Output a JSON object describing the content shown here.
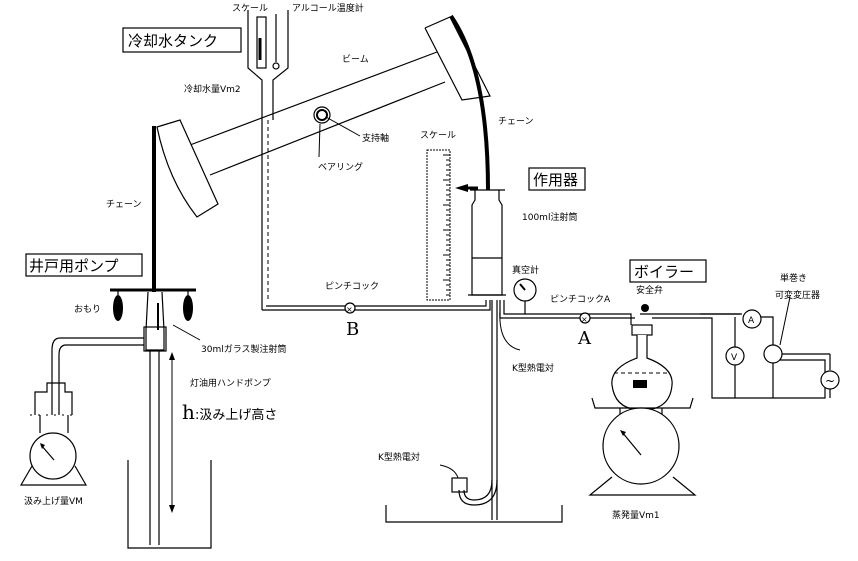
{
  "titles": {
    "cooling_tank": "冷却水タンク",
    "actuator": "作用器",
    "well_pump": "井戸用ポンプ",
    "boiler": "ボイラー"
  },
  "labels": {
    "scale_top": "スケール",
    "alcohol_thermometer": "アルコール温度計",
    "cooling_water_volume": "冷却水量Vm2",
    "beam": "ビーム",
    "pivot": "支持軸",
    "bearing": "ベアリング",
    "scale_mid": "スケール",
    "chain_right": "チェーン",
    "chain_left": "チェーン",
    "syringe_100ml": "100ml注射筒",
    "vacuum_gauge": "真空計",
    "pinch_cock": "ピンチコック",
    "pinch_cock_a": "ピンチコックA",
    "safety_valve": "安全弁",
    "valve_b": "B",
    "valve_a": "A",
    "weight": "おもり",
    "glass_syringe": "30mlガラス製注射筒",
    "kerosene_pump": "灯油用ハンドポンプ",
    "lift_height_symbol": "h",
    "lift_height": ":汲み上げ高さ",
    "pumped_volume": "汲み上げ量VM",
    "thermocouple_top": "K型熱電対",
    "thermocouple_bottom": "K型熱電対",
    "evaporation_volume": "蒸発量Vm1",
    "transformer_line1": "単巻き",
    "transformer_line2": "可変変圧器",
    "ammeter": "A",
    "voltmeter": "V",
    "ac_source": "~"
  }
}
